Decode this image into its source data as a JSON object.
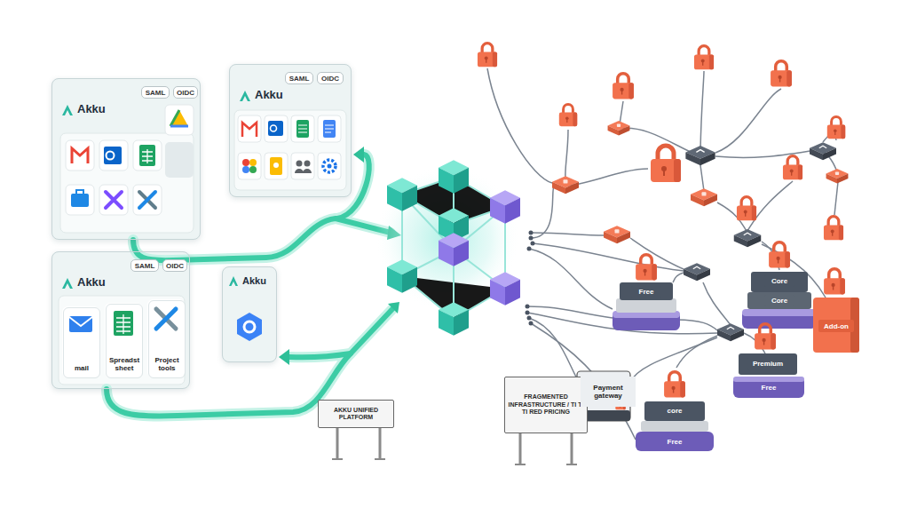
{
  "diagram": {
    "nodes": [
      {
        "text": [
          "Akku"
        ]
      },
      {
        "text": [
          "SAML"
        ],
        "in": 0
      },
      {
        "text": [
          "OIDC"
        ],
        "in": 0
      },
      {
        "text": [
          "Akku"
        ]
      },
      {
        "text": [
          "SAML"
        ],
        "in": 3
      },
      {
        "text": [
          "OIDC"
        ],
        "in": 3
      },
      {
        "text": [
          "Akku"
        ]
      },
      {
        "text": [
          "SAML"
        ],
        "in": 6
      },
      {
        "text": [
          "OIDC"
        ],
        "in": 6
      },
      {
        "text": [
          "mail"
        ],
        "in": 6
      },
      {
        "text": [
          "Spreadst sheet"
        ],
        "in": 6
      },
      {
        "text": [
          "Project tools"
        ],
        "in": 6
      },
      {
        "text": [
          "Akku"
        ]
      },
      {
        "text": [
          "AKKU UNIFIED PLATFORM"
        ]
      },
      {
        "text": [
          "FRAGMENTED INFRASTRUCTURE / TI TI TI RED PRICING"
        ]
      },
      {
        "text": [
          "Free"
        ]
      },
      {
        "text": [
          "Core"
        ]
      },
      {
        "text": [
          "Core"
        ]
      },
      {
        "text": [
          "Add-on"
        ]
      },
      {
        "text": [
          "Premium"
        ]
      },
      {
        "text": [
          "Free"
        ]
      },
      {
        "text": [
          "Payment gateway"
        ]
      },
      {
        "text": [
          "core"
        ]
      },
      {
        "text": [
          "Free"
        ]
      }
    ]
  }
}
